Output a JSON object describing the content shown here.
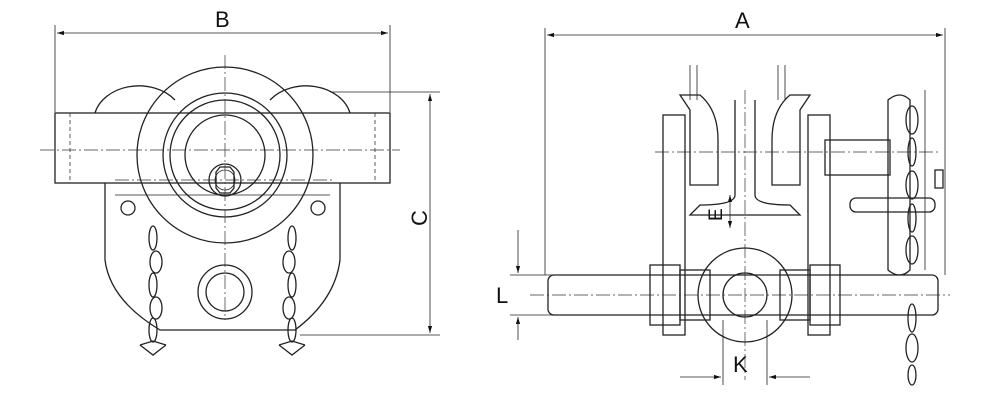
{
  "labels": {
    "B": "B",
    "C": "C",
    "A": "A",
    "E": "E",
    "L": "L",
    "K": "K"
  }
}
